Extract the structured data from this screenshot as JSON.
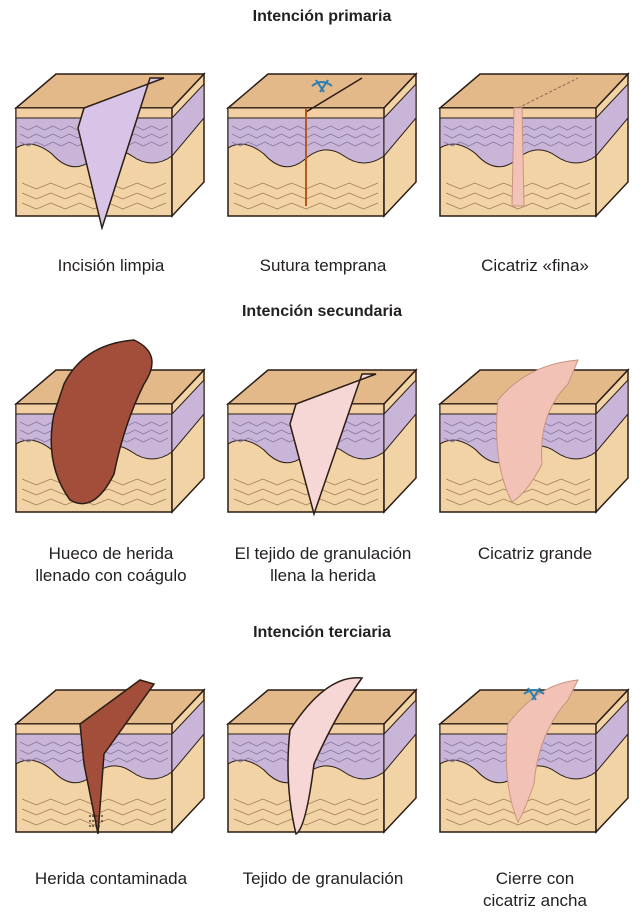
{
  "sections": [
    {
      "title": "Intención primaria",
      "panels": [
        {
          "caption": [
            "Incisión limpia"
          ],
          "wound": "incision"
        },
        {
          "caption": [
            "Sutura temprana"
          ],
          "wound": "suture"
        },
        {
          "caption": [
            "Cicatriz «fina»"
          ],
          "wound": "fine-scar"
        }
      ]
    },
    {
      "title": "Intención secundaria",
      "panels": [
        {
          "caption": [
            "Hueco de herida",
            "llenado con coágulo"
          ],
          "wound": "clot"
        },
        {
          "caption": [
            "El tejido de granulación",
            "llena la herida"
          ],
          "wound": "granulation-fill"
        },
        {
          "caption": [
            "Cicatriz grande"
          ],
          "wound": "large-scar"
        }
      ]
    },
    {
      "title": "Intención terciaria",
      "panels": [
        {
          "caption": [
            "Herida contaminada"
          ],
          "wound": "contaminated"
        },
        {
          "caption": [
            "Tejido de granulación"
          ],
          "wound": "granulation-tissue"
        },
        {
          "caption": [
            "Cierre con",
            "cicatriz ancha"
          ],
          "wound": "wide-scar-closure"
        }
      ]
    }
  ],
  "colors": {
    "skin_top": "#e4b98a",
    "epidermis": "#f1cfa3",
    "dermis_purple": "#c9b5d8",
    "deep_tissue": "#f2d3a6",
    "outline": "#2a1d14",
    "clot": "#a24e3a",
    "granulation": "#f7d6d6",
    "suture": "#2a7fb5",
    "scar": "#f1c2b5"
  }
}
